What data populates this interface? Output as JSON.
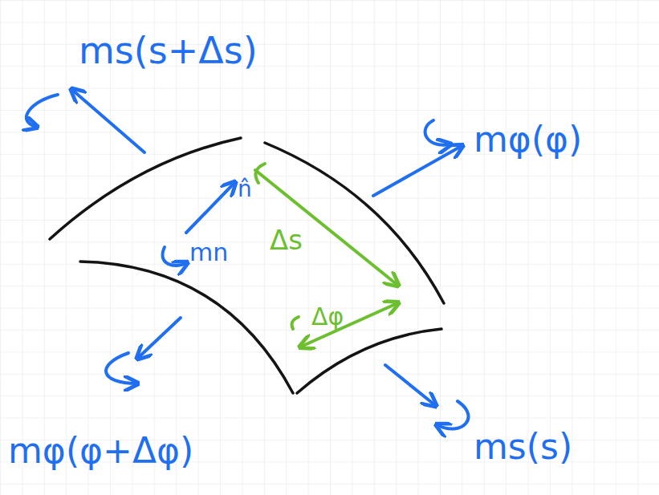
{
  "diagram": {
    "labels": [
      "ms(s+Δs)",
      "mφ(φ)",
      "n̂",
      "mn",
      "Δs",
      "Δφ",
      "mφ(φ+Δφ)",
      "ms(s)"
    ]
  }
}
